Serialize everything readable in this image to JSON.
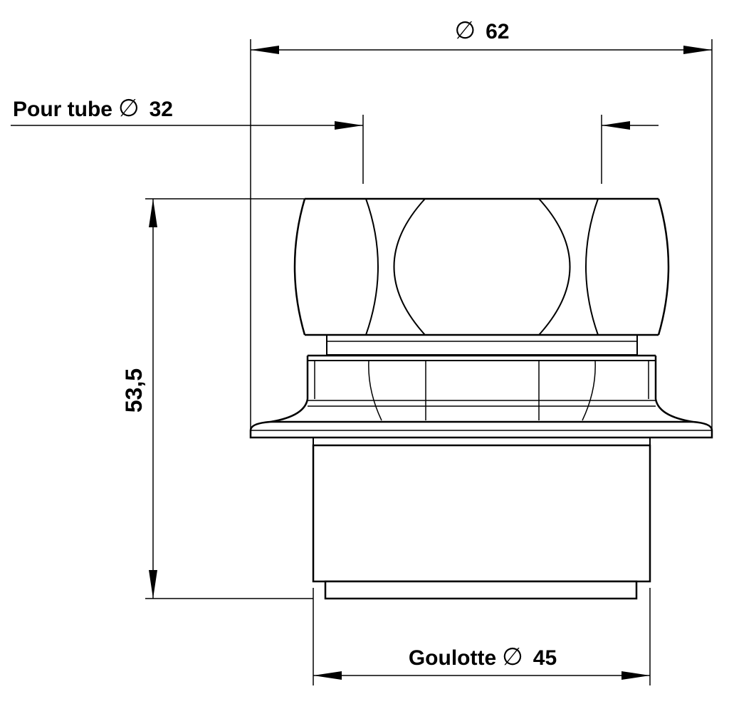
{
  "dimensions": {
    "overall_diameter": {
      "symbol": "∅",
      "value": "62"
    },
    "tube": {
      "label": "Pour tube",
      "symbol": "∅",
      "value": "32"
    },
    "height": {
      "value": "53,5"
    },
    "channel": {
      "label": "Goulotte",
      "symbol": "∅",
      "value": "45"
    }
  },
  "colors": {
    "line": "#000000",
    "background": "#ffffff"
  }
}
